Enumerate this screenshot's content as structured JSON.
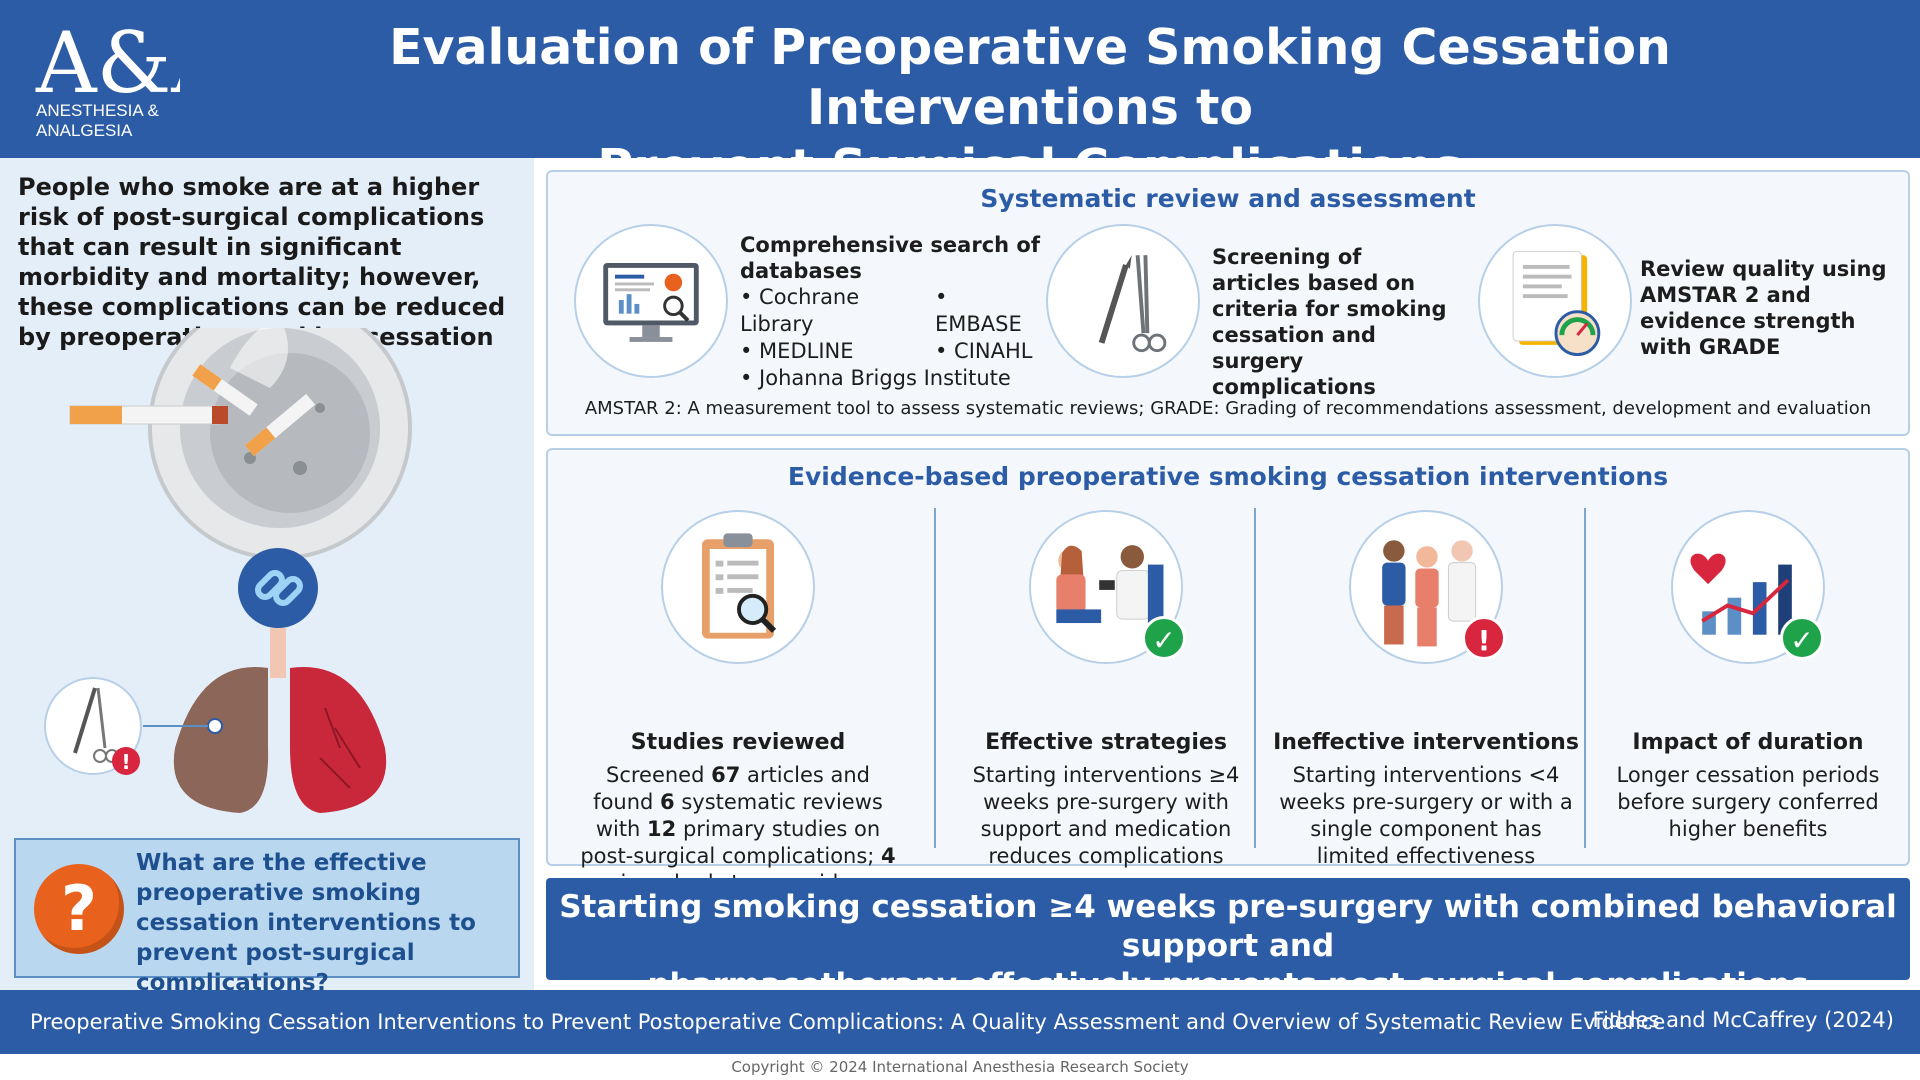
{
  "header": {
    "logo_mark": "A&A",
    "logo_text_1": "ANESTHESIA &",
    "logo_text_2": "ANALGESIA",
    "title_line1": "Evaluation of Preoperative Smoking Cessation Interventions to",
    "title_line2": "Prevent Surgical Complications"
  },
  "left": {
    "intro": "People who smoke are at a higher risk of post-surgical complications that can result in significant morbidity and mortality; however, these complications can be reduced by preoperative smoking cessation",
    "question_icon": "?",
    "question": "What are the effective preoperative smoking cessation interventions to prevent post-surgical complications?"
  },
  "review": {
    "title": "Systematic review and assessment",
    "search_heading": "Comprehensive search of databases",
    "databases": [
      "• Cochrane Library",
      "• EMBASE",
      "• MEDLINE",
      "• CINAHL",
      "• Johanna Briggs Institute"
    ],
    "screening": "Screening of articles based on criteria for smoking cessation and surgery complications",
    "quality": "Review quality using AMSTAR 2 and evidence strength with GRADE",
    "abbreviations": "AMSTAR 2: A measurement tool to assess systematic reviews; GRADE: Grading of recommendations assessment, development and evaluation"
  },
  "interventions": {
    "title": "Evidence-based preoperative smoking cessation interventions",
    "columns": [
      {
        "heading": "Studies reviewed",
        "parts": [
          {
            "t": "Screened ",
            "b": false
          },
          {
            "t": "67",
            "b": true
          },
          {
            "t": " articles and found ",
            "b": false
          },
          {
            "t": "6",
            "b": true
          },
          {
            "t": " systematic reviews with ",
            "b": false
          },
          {
            "t": "12",
            "b": true
          },
          {
            "t": " primary studies on post-surgical complications; ",
            "b": false
          },
          {
            "t": "4",
            "b": true
          },
          {
            "t": " reviews had strong evidence",
            "b": false
          }
        ]
      },
      {
        "heading": "Effective strategies",
        "body": "Starting interventions ≥4 weeks pre-surgery with support and medication reduces complications"
      },
      {
        "heading": "Ineffective interventions",
        "body": "Starting interventions <4 weeks pre-surgery or with a single component has limited effectiveness"
      },
      {
        "heading": "Impact of duration",
        "body": "Longer cessation periods before surgery conferred higher benefits"
      }
    ]
  },
  "conclusion": {
    "line1": "Starting smoking cessation ≥4 weeks pre-surgery with combined behavioral support and",
    "line2": "pharmacotherapy effectively prevents post-surgical complications"
  },
  "footer": {
    "citation": "Preoperative Smoking Cessation Interventions to Prevent Postoperative Complications: A Quality Assessment and Overview of Systematic Review Evidence",
    "authors": "Fiddes and McCaffrey (2024)",
    "copyright": "Copyright © 2024 International Anesthesia Research Society"
  },
  "colors": {
    "brand_blue": "#2c5ca6",
    "panel_bg": "#f4f8fd",
    "left_bg": "#e4eef9",
    "alert_red": "#d7263d",
    "check_green": "#1fa34a",
    "question_orange": "#e8621d"
  },
  "icons": [
    "computer-search-icon",
    "surgical-tools-icon",
    "document-gauge-icon",
    "clipboard-magnifier-icon",
    "consultation-icon",
    "patients-icon",
    "heart-bar-chart-icon",
    "check-icon",
    "alert-icon",
    "chain-link-icon",
    "ashtray-icon",
    "lungs-icon"
  ]
}
